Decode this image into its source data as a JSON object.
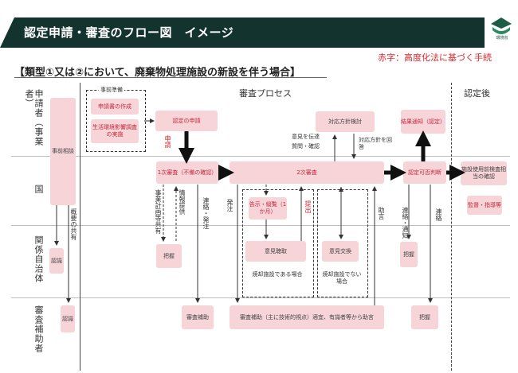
{
  "header": {
    "title": "認定申請・審査のフロー図　イメージ",
    "logo_text": "環境省"
  },
  "legend_note": "赤字：高度化法に基づく手続",
  "type_heading": "【類型①又は②において、廃棄物処理施設の新設を伴う場合】",
  "columns": {
    "process": "審査プロセス",
    "after": "認定後"
  },
  "rows": {
    "applicant": "申請者（事業者）",
    "country": "国",
    "municipality": "関係自治体",
    "assistant": "審査補助者"
  },
  "boxes": {
    "pre_prep_title": "事前準備",
    "pre_consult": "事前相談",
    "create_application": "申請書の作成",
    "env_survey": "生活環境影響調査の実施",
    "application": "認定の申請",
    "policy_review": "対応方針検討",
    "result_notice": "結果通知（認定）",
    "first_review": "1次審査（不備の確認）",
    "second_review": "2次審査",
    "approval_decision": "認定可否判断",
    "facility_inspection": "施設使用前検査相当の確認",
    "supervision": "監督・指導等",
    "notice_display": "告示・縦覧（1か月）",
    "opinion_hearing": "意見聴取",
    "opinion_exchange": "意見交換",
    "grasp_muni_1": "把握",
    "grasp_muni_2": "把握",
    "muni_recognize": "認識",
    "assist_recognize": "認識",
    "assist_review": "審査補助",
    "assist_main": "審査補助（主に技術的視点）適宜、有識者等から助言",
    "assist_grasp": "把握"
  },
  "labels": {
    "application_arrow": "申請",
    "opinion_convey": "意見を伝達",
    "question_confirm": "質問・確認",
    "policy_reply": "対応方針を回答",
    "plan_share": "事業計画等共有",
    "info_provide": "情報提供",
    "contact_order": "連絡・発注",
    "outline_share": "概要の共有",
    "order": "発注",
    "submit": "提出",
    "advice": "助言",
    "contact_notice": "連絡・通知",
    "contact": "連絡",
    "incineration_case": "焼却施設である場合",
    "non_incineration_case": "焼却施設でない場合"
  },
  "colors": {
    "header_bg": "#13332e",
    "box_fill": "#f6d4d8",
    "legal_red": "#d9272e"
  }
}
